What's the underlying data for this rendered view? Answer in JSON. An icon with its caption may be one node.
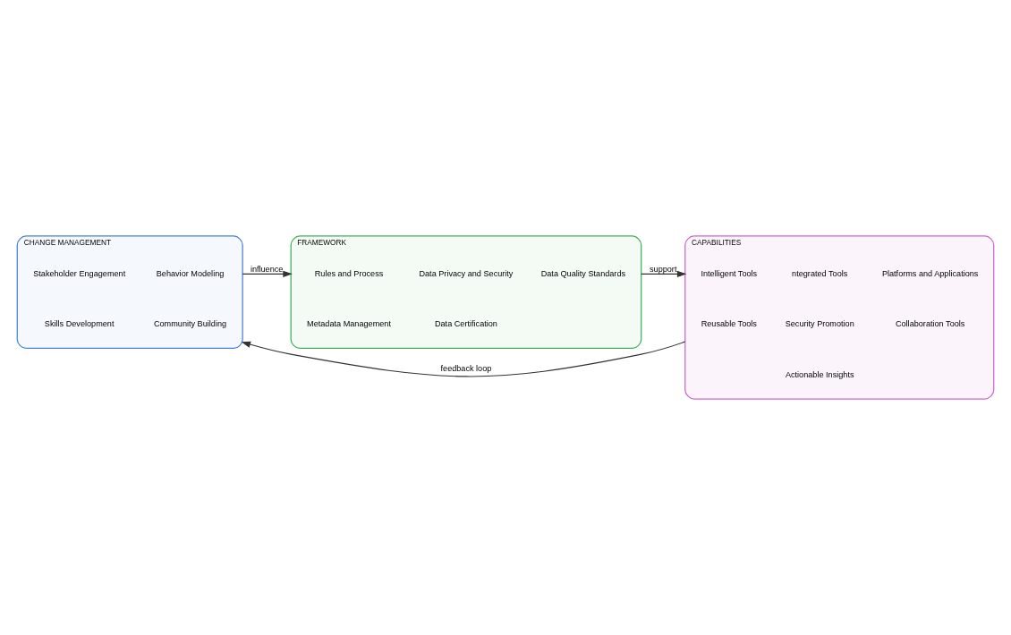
{
  "diagram": {
    "nodes": [
      {
        "text": [
          "CHANGE MANAGEMENT"
        ]
      },
      {
        "text": [
          "Stakeholder Engagement"
        ],
        "in": 0
      },
      {
        "text": [
          "Behavior Modeling"
        ],
        "in": 0
      },
      {
        "text": [
          "Skills Development"
        ],
        "in": 0
      },
      {
        "text": [
          "Community Building"
        ],
        "in": 0
      },
      {
        "text": [
          "FRAMEWORK"
        ]
      },
      {
        "text": [
          "Rules and Process"
        ],
        "in": 5
      },
      {
        "text": [
          "Data Privacy and Security"
        ],
        "in": 5
      },
      {
        "text": [
          "Data Quality Standards"
        ],
        "in": 5
      },
      {
        "text": [
          "Metadata Management"
        ],
        "in": 5
      },
      {
        "text": [
          "Data Certification"
        ],
        "in": 5
      },
      {
        "text": [
          "CAPABILITIES"
        ]
      },
      {
        "text": [
          "Intelligent Tools"
        ],
        "in": 11
      },
      {
        "text": [
          "ntegrated Tools"
        ],
        "in": 11
      },
      {
        "text": [
          "Platforms and Applications"
        ],
        "in": 11
      },
      {
        "text": [
          "Reusable Tools"
        ],
        "in": 11
      },
      {
        "text": [
          "Security Promotion"
        ],
        "in": 11
      },
      {
        "text": [
          "Collaboration Tools"
        ],
        "in": 11
      },
      {
        "text": [
          "Actionable Insights"
        ],
        "in": 11
      }
    ],
    "edges": [
      {
        "from": 0,
        "to": 5,
        "arrow": "to",
        "label": "influence"
      },
      {
        "from": 5,
        "to": 11,
        "arrow": "to",
        "label": "support"
      },
      {
        "from": 11,
        "to": 0,
        "arrow": "to",
        "label": "feedback loop"
      }
    ]
  }
}
